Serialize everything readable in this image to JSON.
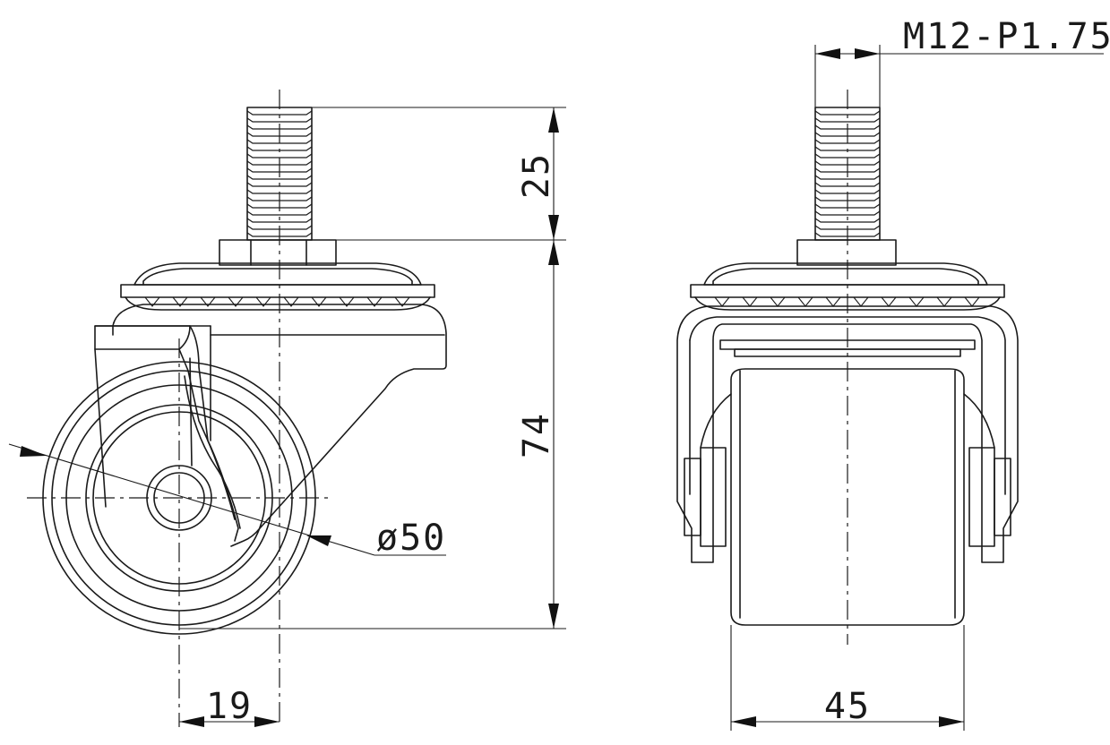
{
  "dimensions": {
    "thread_spec": "M12-P1.75",
    "stem_length": "25",
    "total_height": "74",
    "wheel_diameter": "ø50",
    "offset": "19",
    "wheel_width": "45"
  },
  "colors": {
    "line": "#1a1a1a",
    "background": "#ffffff"
  }
}
